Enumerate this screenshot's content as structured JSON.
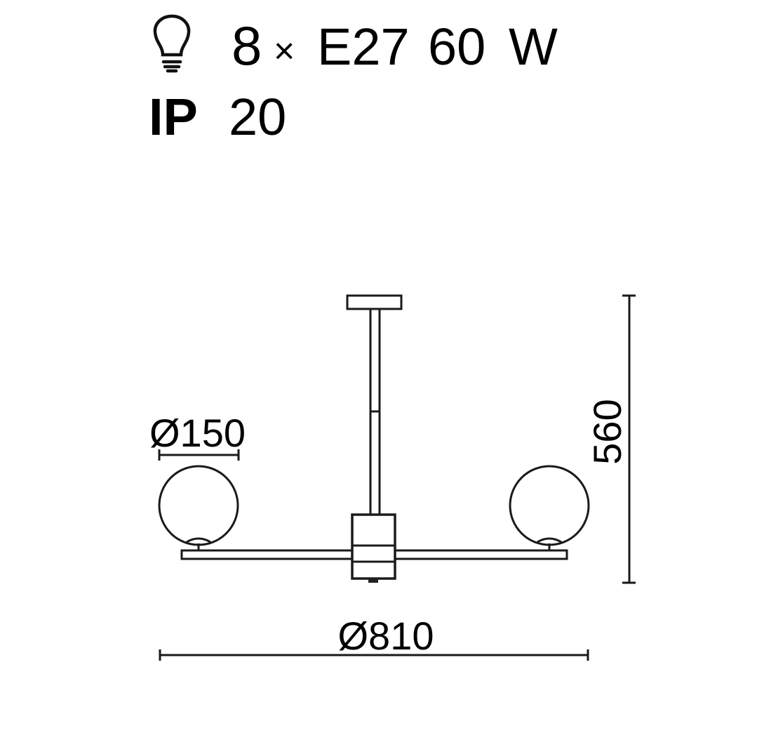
{
  "specs": {
    "bulb_icon": "lightbulb-icon",
    "count": "8",
    "times": "×",
    "socket": "E27",
    "wattage": "60",
    "watt_unit": "W",
    "ip_label": "IP",
    "ip_value": "20"
  },
  "dimensions": {
    "globe_diameter": "Ø150",
    "height": "560",
    "overall_diameter": "Ø810"
  }
}
